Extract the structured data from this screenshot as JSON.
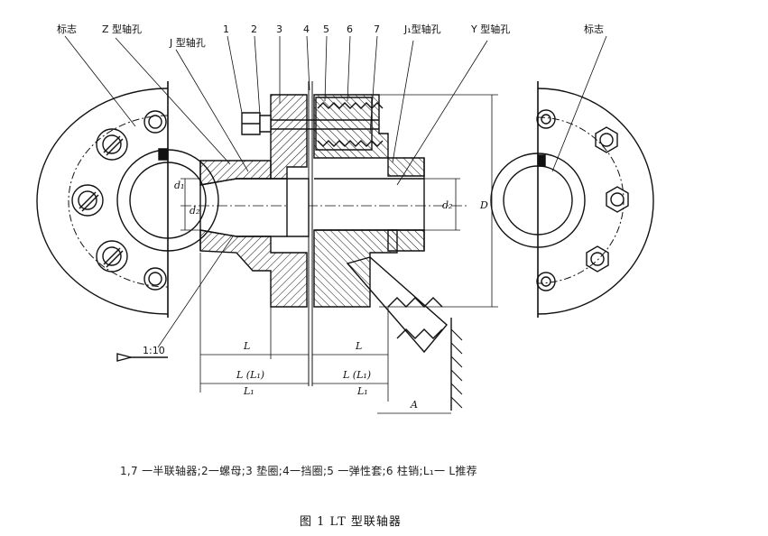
{
  "callouts": {
    "mark_left": "标志",
    "z_bore": "Z 型轴孔",
    "j_bore": "J 型轴孔",
    "n1": "1",
    "n2": "2",
    "n3": "3",
    "n4": "4",
    "n5": "6",
    "n6": "5",
    "n7": "7",
    "j1_bore": "J₁型轴孔",
    "y_bore": "Y 型轴孔",
    "mark_right": "标志",
    "taper": "1:10"
  },
  "dimensions": {
    "d1": "d₁",
    "dz": "d₂",
    "d2": "d₂",
    "D": "D",
    "L_left": "L",
    "L_right": "L",
    "LL1_left": "L (L₁)",
    "LL1_right": "L (L₁)",
    "Lrec_left": "L₁",
    "Lrec_right": "L₁",
    "A": "A"
  },
  "legend": "1,7 一半联轴器;2一螺母;3  垫圈;4一挡圈;5 一弹性套;6  柱销;L₁一 L推荐",
  "caption": "图 1   LT 型联轴器"
}
